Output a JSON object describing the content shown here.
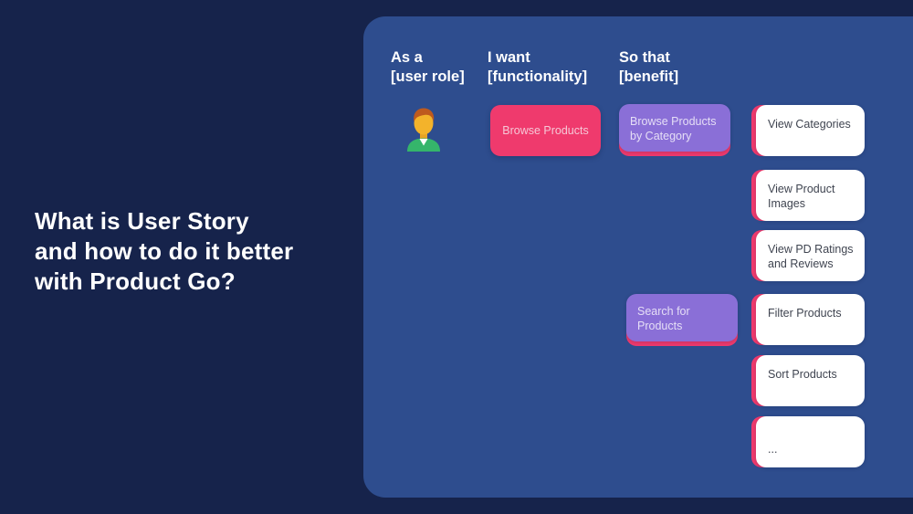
{
  "slide": {
    "title": "What is User Story\nand how to do it better\nwith Product Go?"
  },
  "board": {
    "columns": [
      {
        "label": "As a\n[user role]"
      },
      {
        "label": "I want\n[functionality]"
      },
      {
        "label": "So that\n[benefit]"
      }
    ],
    "persona_icon": "user-avatar-icon",
    "functionality_card": {
      "label": "Browse Products"
    },
    "benefit_cards": [
      {
        "label": "Browse Products\nby Category"
      },
      {
        "label": "Search for\nProducts"
      }
    ],
    "detail_cards": [
      {
        "label": "View Categories"
      },
      {
        "label": "View Product\nImages"
      },
      {
        "label": "View PD Ratings\nand Reviews"
      },
      {
        "label": "Filter Products"
      },
      {
        "label": "Sort Products"
      },
      {
        "label": "..."
      }
    ],
    "colors": {
      "background": "#16234B",
      "panel": "#2E4D8E",
      "pink": "#EF3A6D",
      "purple": "#8A6FD7",
      "white_card_text": "#3F4450"
    }
  }
}
